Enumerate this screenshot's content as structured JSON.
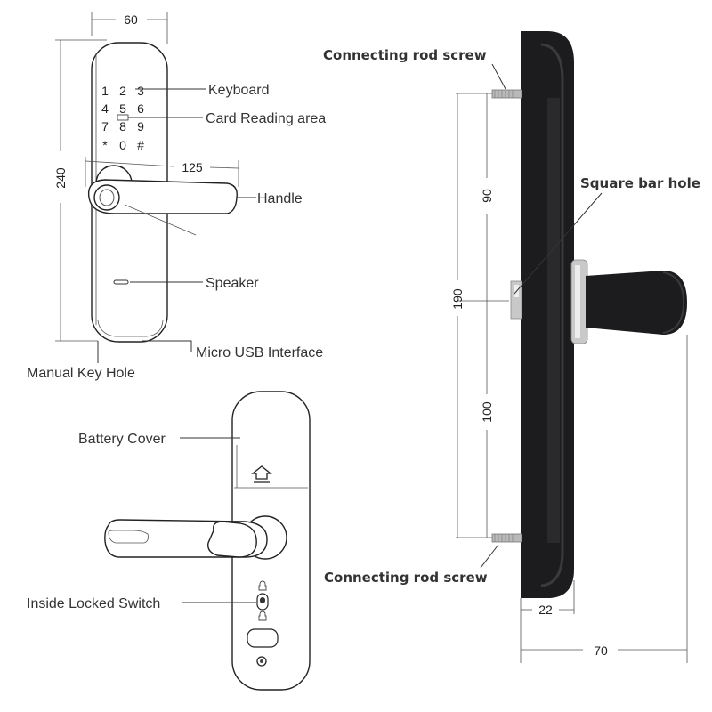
{
  "dimensions": {
    "width_front": "60",
    "height_front": "240",
    "handle_length": "125",
    "side_upper": "90",
    "side_lower": "100",
    "side_total": "190",
    "side_depth": "22",
    "side_handle_depth": "70"
  },
  "labels": {
    "keyboard": "Keyboard",
    "card_reading": "Card Reading area",
    "handle": "Handle",
    "speaker": "Speaker",
    "micro_usb": "Micro USB Interface",
    "manual_key": "Manual Key Hole",
    "battery_cover": "Battery Cover",
    "inside_locked": "Inside Locked Switch",
    "rod_screw_top": "Connecting rod screw",
    "square_bar": "Square bar hole",
    "rod_screw_bottom": "Connecting rod screw"
  },
  "keypad": {
    "row1": [
      "1",
      "2",
      "3"
    ],
    "row2": [
      "4",
      "5",
      "6"
    ],
    "row3": [
      "7",
      "8",
      "9"
    ],
    "row4": [
      "*",
      "0",
      "#"
    ]
  },
  "colors": {
    "lock_body": "#1c1c1e",
    "outline": "#222222"
  }
}
